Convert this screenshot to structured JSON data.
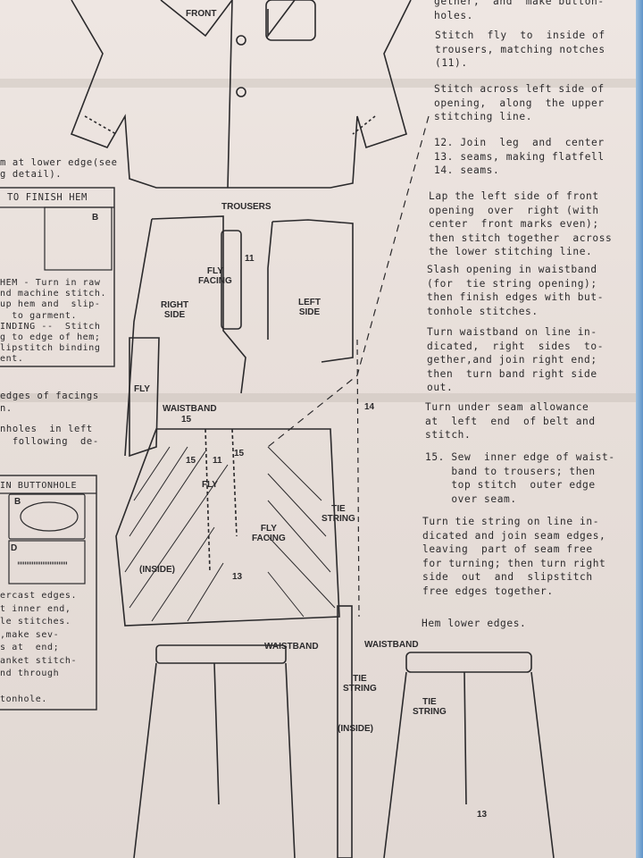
{
  "right_column": {
    "p0": "gether,  and  make button-\nholes.",
    "p1": "Stitch  fly  to  inside of\ntrousers, matching notches\n(11).",
    "p2": "Stitch across left side of\nopening,  along  the upper\nstitching line.",
    "p3": "12. Join  leg  and  center\n13. seams, making flatfell\n14. seams.",
    "p4": "Lap the left side of front\nopening  over  right (with\ncenter  front marks even);\nthen stitch together  across\nthe lower stitching line.",
    "p5": "Slash opening in waistband\n(for  tie string opening);\nthen finish edges with but-\ntonhole stitches.",
    "p6": "Turn waistband on line in-\ndicated,  right  sides  to-\ngether,and join right end;\nthen  turn band right side\nout.",
    "p7": "Turn under seam allowance\nat  left  end  of belt and\nstitch.",
    "p8": "15. Sew  inner edge of waist-\n    band to trousers; then\n    top stitch  outer edge\n    over seam.",
    "p9": "Turn tie string on line in-\ndicated and join seam edges,\nleaving  part of seam free\nfor turning; then turn right\nside  out  and  slipstitch\nfree edges together.",
    "p10": "Hem lower edges."
  },
  "left_column": {
    "hem_note": "m at lower edge(see\ng detail).",
    "finish_hem_title": "TO FINISH HEM",
    "finish_hem_text": "HEM - Turn in raw\nnd machine stitch.\nup hem and  slip-\n  to garment.\nINDING --  Stitch\ng to edge of hem;\nlipstitch binding\nent.",
    "facings": "edges of facings\nn.",
    "buttonholes": "nholes  in left\n  following  de-",
    "buttonhole_title": "IN BUTTONHOLE",
    "buttonhole_text": "ercast edges.\nt inner end,\nle stitches.\n,make sev-\ns at  end;\nanket stitch-\nnd through\n\ntonhole."
  },
  "labels": {
    "front": "FRONT",
    "trousers": "TROUSERS",
    "n11a": "11",
    "fly_facing": "FLY\nFACING",
    "right_side": "RIGHT\nSIDE",
    "left_side": "LEFT\nSIDE",
    "fly": "FLY",
    "waistband": "WAISTBAND",
    "n15a": "15",
    "n15b": "15",
    "n11b": "11",
    "n15c": "15",
    "fly2": "FLY",
    "fly_facing2": "FLY\nFACING",
    "tie_string": "TIE\nSTRING",
    "inside": "(INSIDE)",
    "n13a": "13",
    "n14": "14",
    "waistband2": "WAISTBAND",
    "waistband3": "WAISTBAND",
    "tie_string2": "TIE\nSTRING",
    "inside2": "(INSIDE)",
    "tie_string3": "TIE\nSTRING",
    "n13b": "13",
    "b_a": "B",
    "b_b": "B",
    "d": "D"
  }
}
